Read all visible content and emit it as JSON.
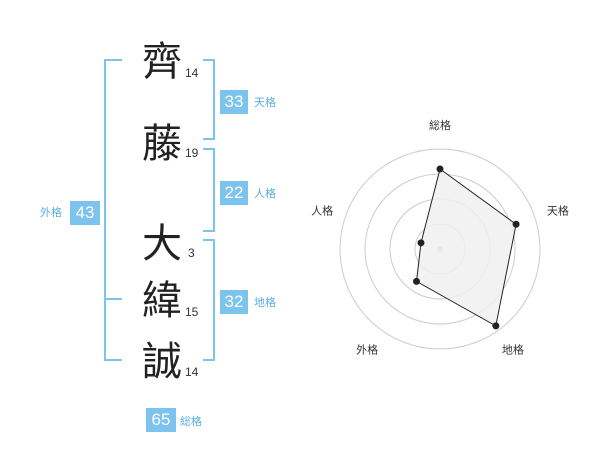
{
  "characters": [
    {
      "char": "齊",
      "strokes": "14"
    },
    {
      "char": "藤",
      "strokes": "19"
    },
    {
      "char": "大",
      "strokes": "3"
    },
    {
      "char": "緯",
      "strokes": "15"
    },
    {
      "char": "誠",
      "strokes": "14"
    }
  ],
  "fortunes": {
    "tenkaku": {
      "value": "33",
      "label": "天格"
    },
    "jinkaku": {
      "value": "22",
      "label": "人格"
    },
    "chikaku": {
      "value": "32",
      "label": "地格"
    },
    "gaikaku": {
      "value": "43",
      "label": "外格"
    },
    "soukaku": {
      "value": "65",
      "label": "総格"
    }
  },
  "chart_data": {
    "type": "radar",
    "axes": [
      "総格",
      "天格",
      "地格",
      "外格",
      "人格"
    ],
    "values": [
      0.8,
      0.8,
      0.95,
      0.4,
      0.2
    ],
    "range": [
      0,
      1
    ],
    "rings": 4,
    "fill_color": "#f0f0f0",
    "line_color": "#222222"
  },
  "colors": {
    "accent": "#7cc3ee"
  }
}
